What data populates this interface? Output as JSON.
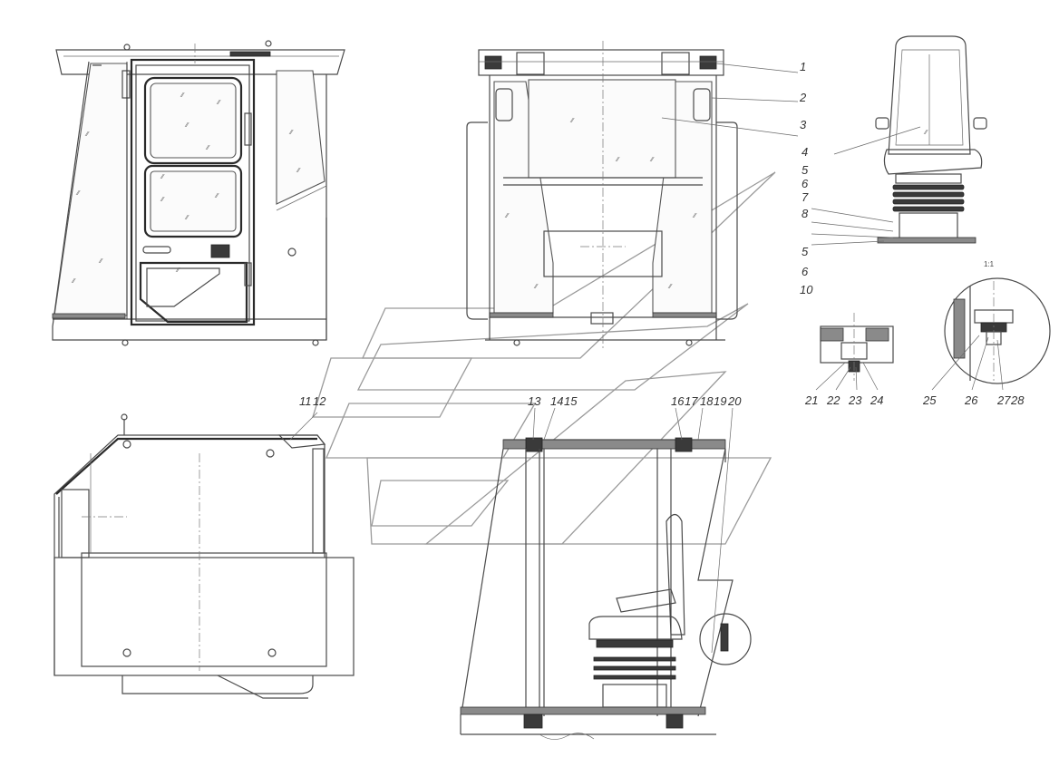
{
  "drawing": {
    "part_labels": [
      "1",
      "2",
      "3",
      "4",
      "5",
      "6",
      "7",
      "8",
      "5",
      "6",
      "10",
      "11",
      "12",
      "13",
      "14",
      "15",
      "16",
      "17",
      "18",
      "19",
      "20",
      "21",
      "22",
      "23",
      "24",
      "25",
      "26",
      "27",
      "28"
    ],
    "detail_scale": "1:1"
  }
}
